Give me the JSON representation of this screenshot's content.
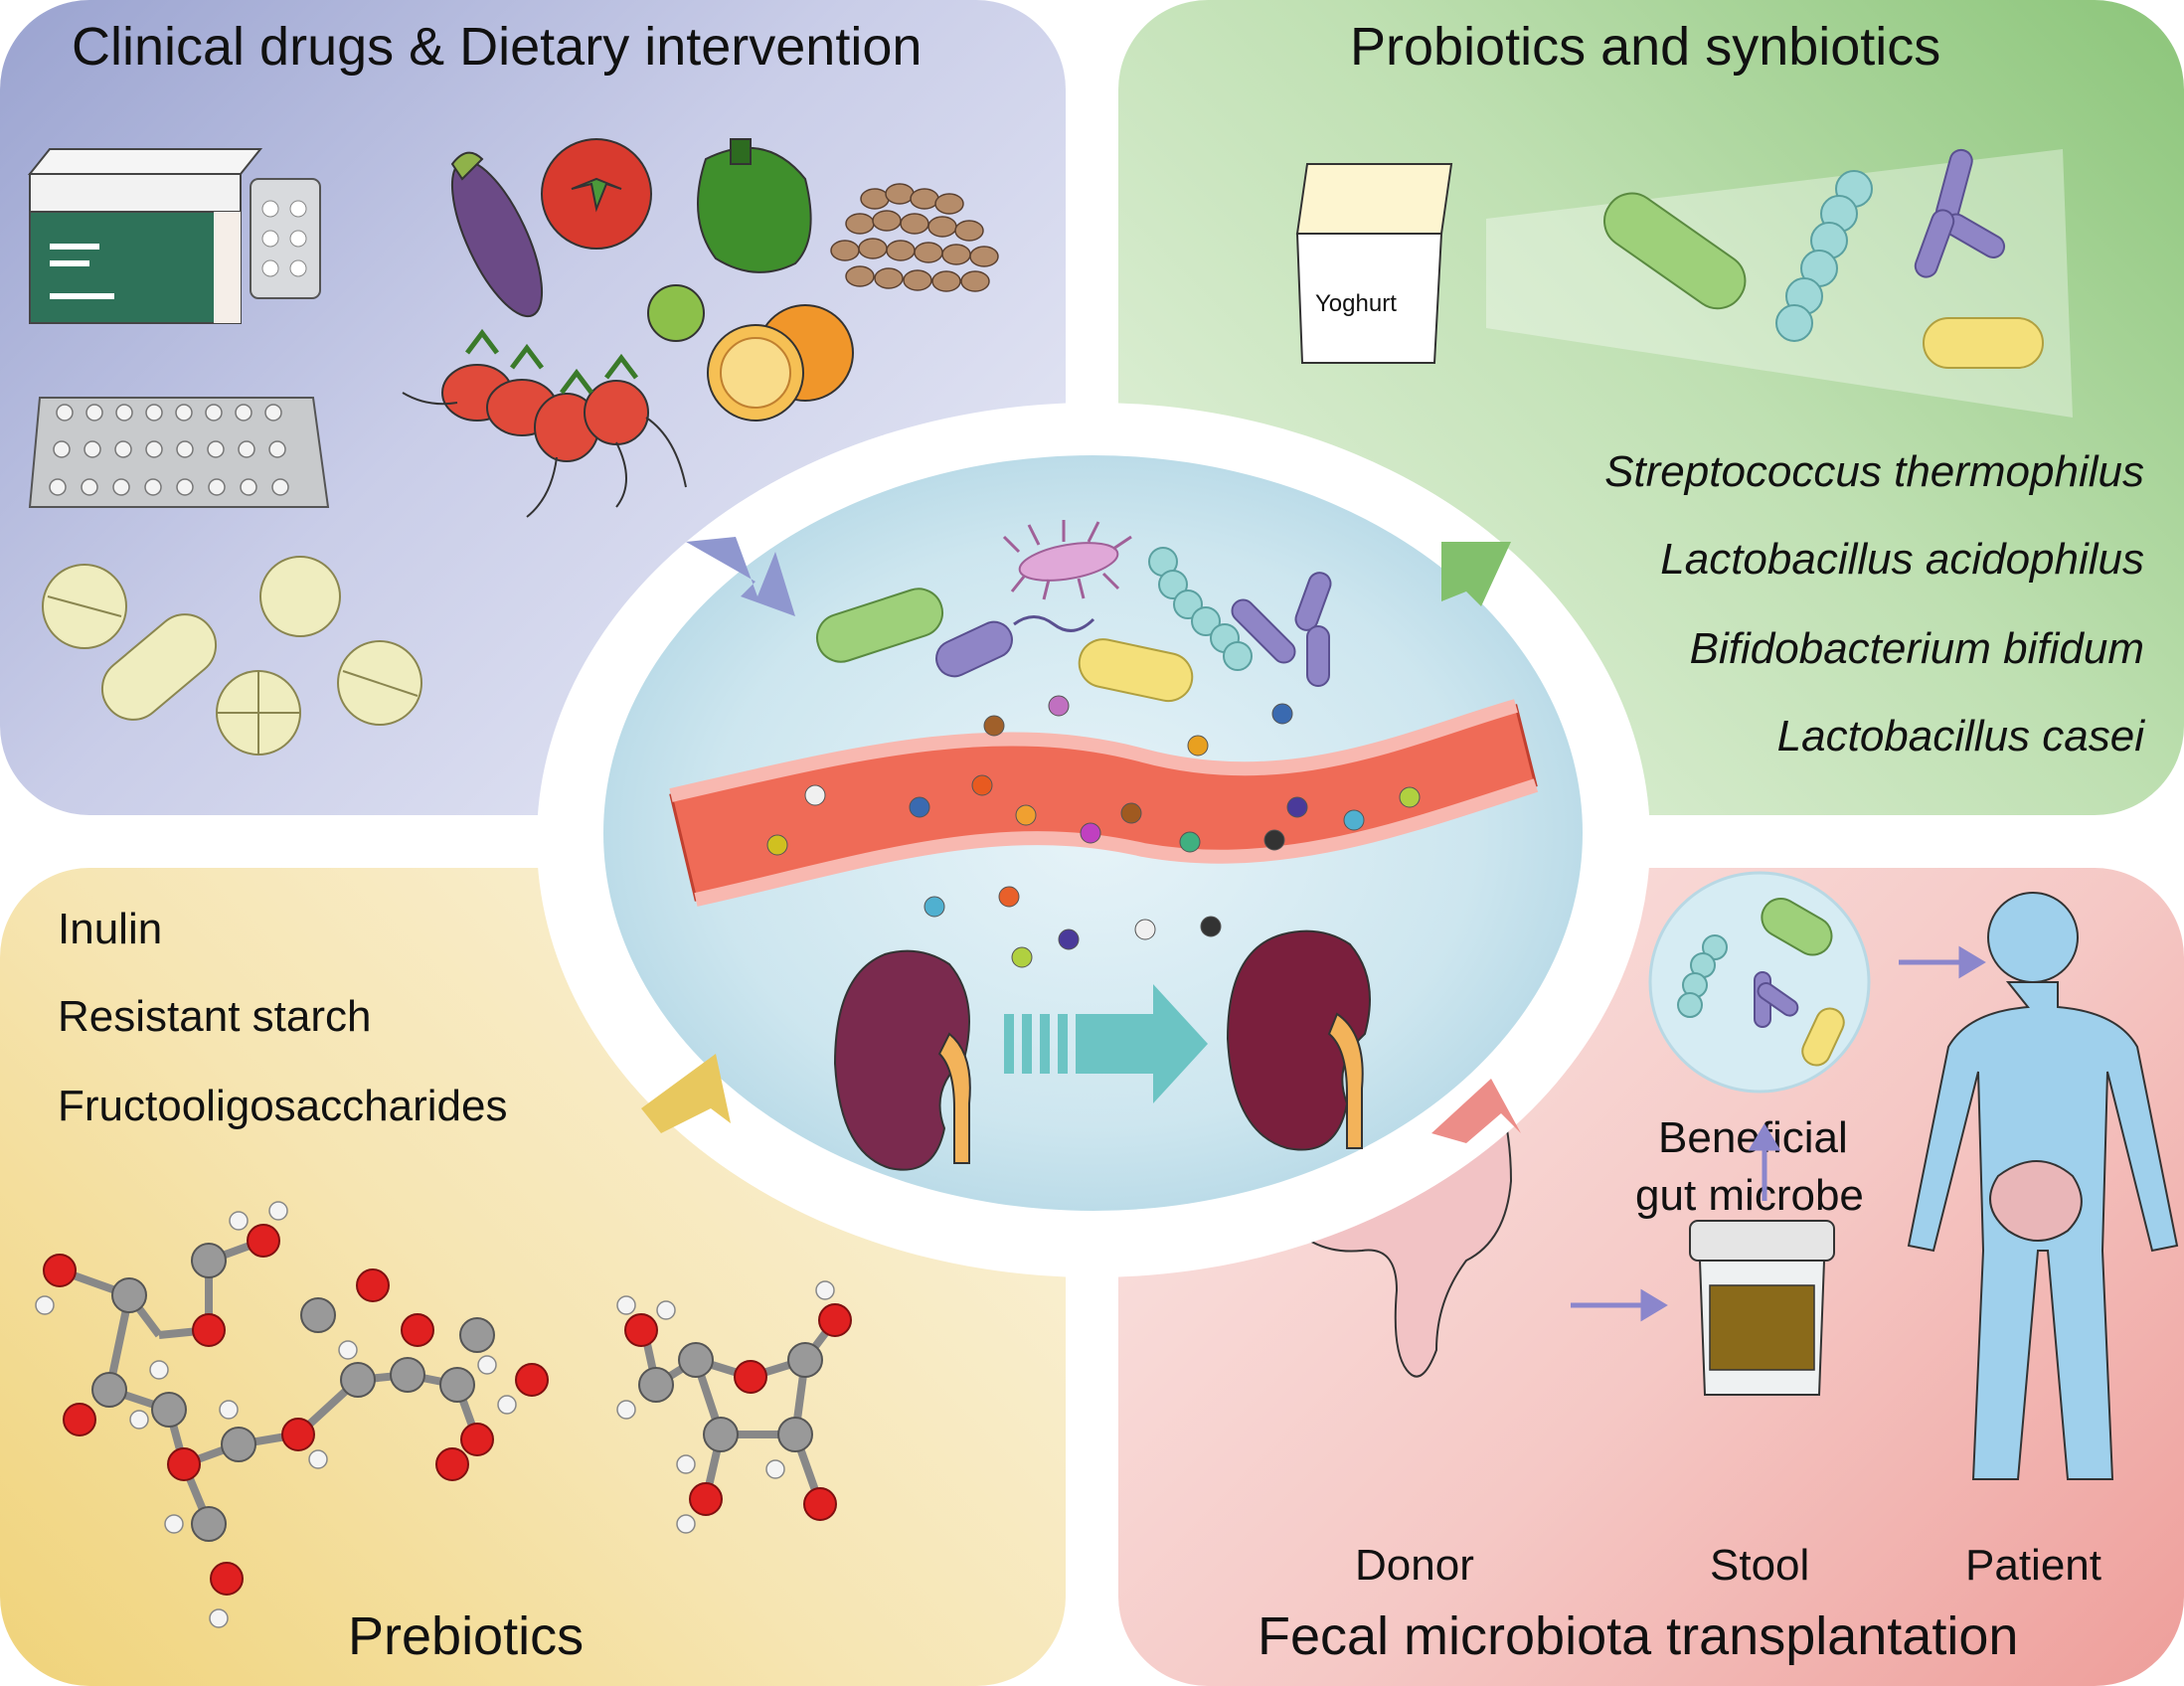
{
  "panels": {
    "top_left": {
      "title": "Clinical drugs & Dietary intervention"
    },
    "top_right": {
      "title": "Probiotics and synbiotics",
      "yoghurt_label": "Yoghurt",
      "strains": [
        "Streptococcus thermophilus",
        "Lactobacillus acidophilus",
        "Bifidobacterium bifidum",
        "Lactobacillus casei"
      ]
    },
    "bottom_left": {
      "title": "Prebiotics",
      "items": [
        "Inulin",
        "Resistant starch",
        "Fructooligosaccharides"
      ]
    },
    "bottom_right": {
      "title": "Fecal microbiota transplantation",
      "microbe_label_line1": "Beneficial",
      "microbe_label_line2": "gut microbe",
      "donor": "Donor",
      "stool": "Stool",
      "patient": "Patient"
    }
  },
  "colors": {
    "arrow_tl": "#8f97cf",
    "arrow_tr": "#82c06c",
    "arrow_bl": "#e8c85e",
    "arrow_br": "#ec8d88",
    "vessel": "#ef6b57",
    "kidney": "#7a2040",
    "flow_arrow": "#6cc4c4",
    "fmt_arrow": "#8b86cc"
  }
}
